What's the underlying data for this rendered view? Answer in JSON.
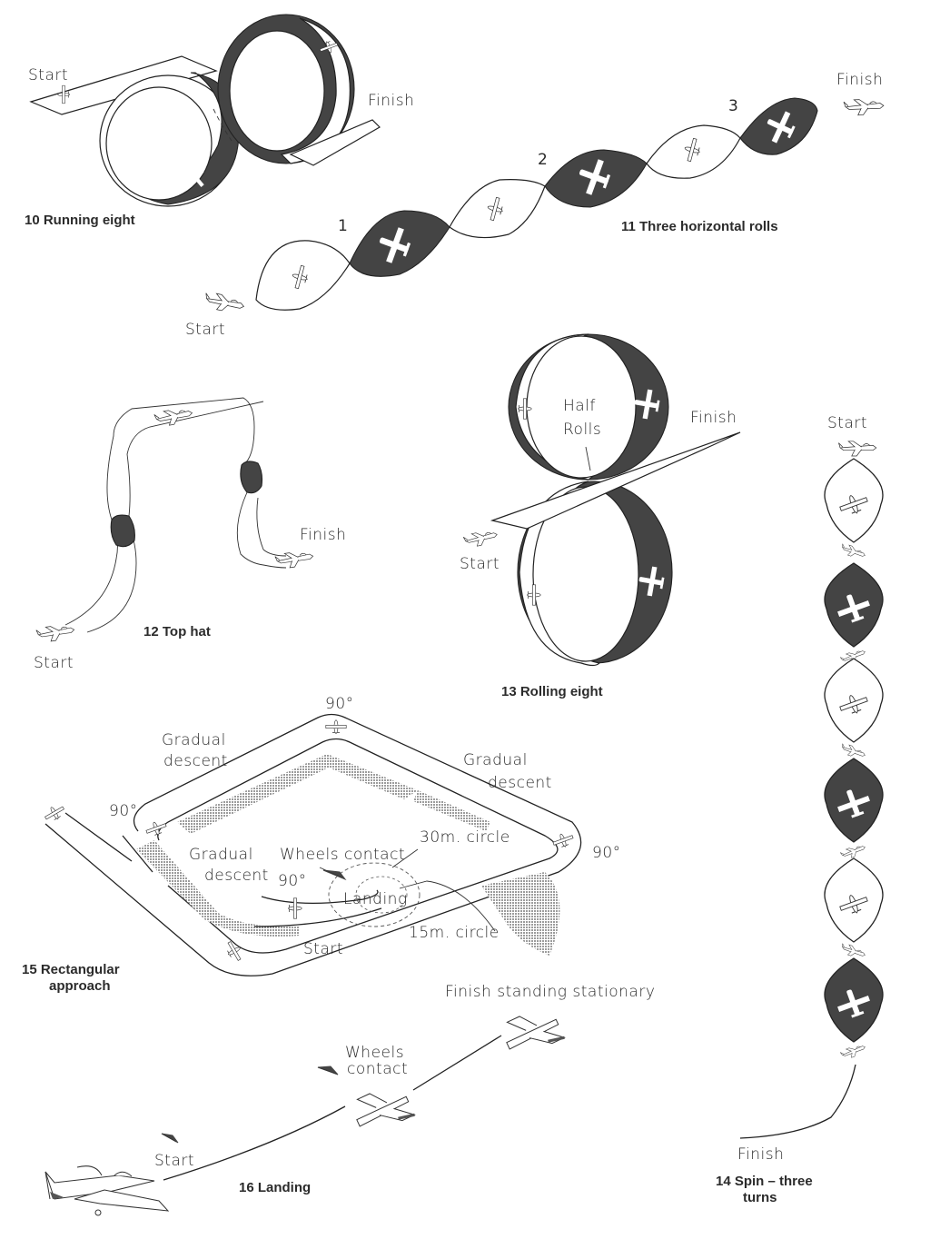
{
  "figures": [
    {
      "id": "running-eight",
      "caption": "10  Running eight",
      "labels": {
        "start": "Start",
        "finish": "Finish"
      }
    },
    {
      "id": "three-horizontal-rolls",
      "caption": "11  Three horizontal rolls",
      "labels": {
        "start": "Start",
        "finish": "Finish",
        "roll_1": "1",
        "roll_2": "2",
        "roll_3": "3"
      }
    },
    {
      "id": "top-hat",
      "caption": "12  Top hat",
      "labels": {
        "start": "Start",
        "finish": "Finish"
      }
    },
    {
      "id": "rolling-eight",
      "caption": "13  Rolling eight",
      "labels": {
        "start": "Start",
        "finish": "Finish",
        "half_rolls_1": "Half",
        "half_rolls_2": "Rolls"
      }
    },
    {
      "id": "spin-three-turns",
      "caption_line1": "14  Spin – three",
      "caption_line2": "turns",
      "labels": {
        "start": "Start",
        "finish": "Finish"
      }
    },
    {
      "id": "rectangular-approach",
      "caption_line1": "15  Rectangular",
      "caption_line2": "approach",
      "labels": {
        "angle_top": "90°",
        "angle_left": "90°",
        "angle_right": "90°",
        "angle_inner": "90°",
        "gradual_descent_left_1": "Gradual",
        "gradual_descent_left_2": "descent",
        "gradual_descent_right_1": "Gradual",
        "gradual_descent_right_2": "descent",
        "gradual_descent_inner_1": "Gradual",
        "gradual_descent_inner_2": "descent",
        "circle_30m": "30m. circle",
        "circle_15m": "15m. circle",
        "wheels_contact": "Wheels contact",
        "landing": "Landing",
        "start": "Start"
      }
    },
    {
      "id": "landing",
      "caption": "16  Landing",
      "labels": {
        "start": "Start",
        "wheels_contact_1": "Wheels",
        "wheels_contact_2": "contact",
        "finish": "Finish standing stationary"
      }
    }
  ],
  "colors": {
    "ink": "#222222",
    "fill_dark": "#444444",
    "paper": "#ffffff"
  }
}
